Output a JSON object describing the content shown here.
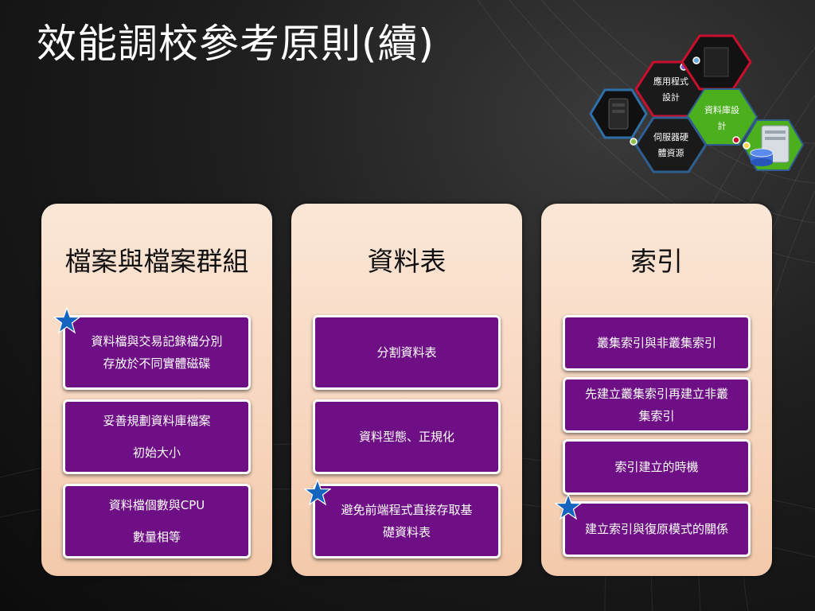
{
  "slide": {
    "title": "效能調校參考原則(續)"
  },
  "hex_graphic": {
    "app_design": [
      "應用程式",
      "設計"
    ],
    "database_design": [
      "資料庫設",
      "計"
    ],
    "server_hardware": [
      "伺服器硬",
      "體資源"
    ]
  },
  "columns": [
    {
      "heading": "檔案與檔案群組",
      "cards": [
        {
          "lines": [
            "資料檔與交易記錄檔分別",
            "存放於不同實體磁碟"
          ],
          "starred": true
        },
        {
          "lines": [
            "妥善規劃資料庫檔案",
            "初始大小"
          ],
          "starred": false
        },
        {
          "lines": [
            "資料檔個數與CPU",
            "數量相等"
          ],
          "starred": false
        }
      ]
    },
    {
      "heading": "資料表",
      "cards": [
        {
          "lines": [
            "分割資料表"
          ],
          "starred": false
        },
        {
          "lines": [
            "資料型態、正規化"
          ],
          "starred": false
        },
        {
          "lines": [
            "避免前端程式直接存取基",
            "礎資料表"
          ],
          "starred": true
        }
      ]
    },
    {
      "heading": "索引",
      "cards": [
        {
          "lines": [
            "叢集索引與非叢集索引"
          ],
          "starred": false
        },
        {
          "lines": [
            "先建立叢集索引再建立非叢",
            "集索引"
          ],
          "starred": false
        },
        {
          "lines": [
            "索引建立的時機"
          ],
          "starred": false
        },
        {
          "lines": [
            "建立索引與復原模式的關係"
          ],
          "starred": true
        }
      ]
    }
  ],
  "colors": {
    "card": "#6e0f85",
    "star": "#1565c0",
    "hex_red": "#c8102e",
    "hex_green": "#4caf1e",
    "hex_blue": "#2f5f8f"
  }
}
